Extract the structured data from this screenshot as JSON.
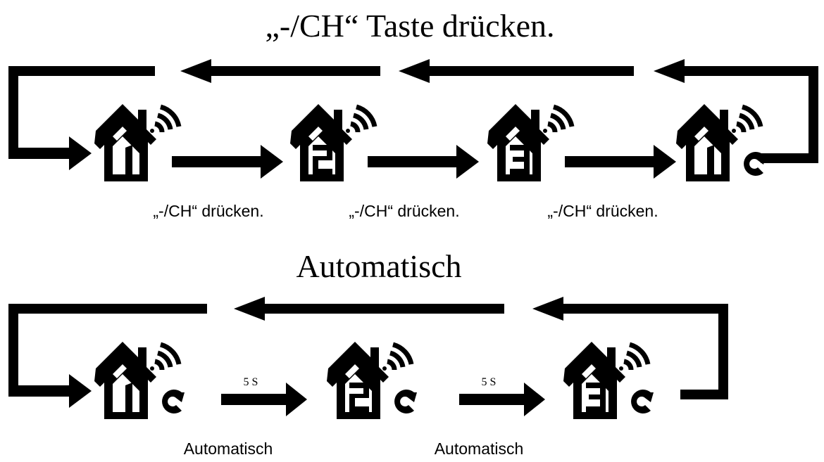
{
  "title_top": "„-/CH“ Taste drücken.",
  "title_bottom": "Automatisch",
  "top_row": {
    "captions": [
      "„-/CH“ drücken.",
      "„-/CH“ drücken.",
      "„-/CH“ drücken."
    ],
    "icons": [
      {
        "channel": "1",
        "cycle": false
      },
      {
        "channel": "2",
        "cycle": false
      },
      {
        "channel": "3",
        "cycle": false
      },
      {
        "channel": "1",
        "cycle": true
      }
    ]
  },
  "bottom_row": {
    "interval_labels": [
      "5 S",
      "5 S"
    ],
    "captions": [
      "Automatisch",
      "Automatisch"
    ],
    "icons": [
      {
        "channel": "1",
        "cycle": true
      },
      {
        "channel": "2",
        "cycle": true
      },
      {
        "channel": "3",
        "cycle": true
      }
    ]
  }
}
